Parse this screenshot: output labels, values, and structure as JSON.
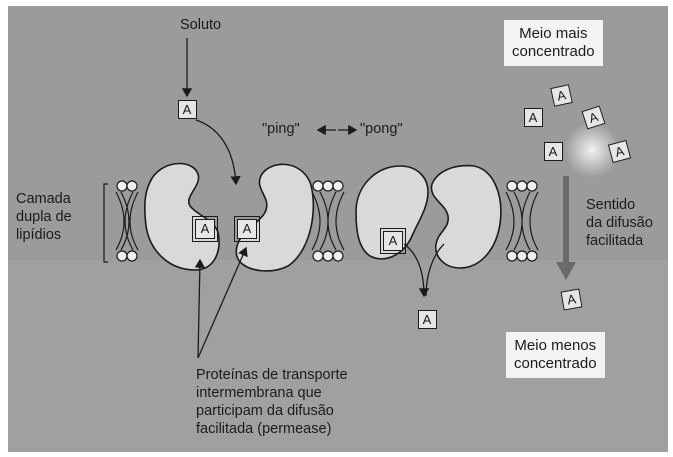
{
  "solute_label": "Soluto",
  "solute_symbol": "A",
  "ping": "\"ping\"",
  "pong": "\"pong\"",
  "bilayer_label": [
    "Camada",
    "dupla de",
    "lipídios"
  ],
  "high_box": [
    "Meio mais",
    "concentrado"
  ],
  "low_box": [
    "Meio menos",
    "concentrado"
  ],
  "direction_label": [
    "Sentido",
    "da difusão",
    "facilitada"
  ],
  "protein_caption": [
    "Proteínas de transporte",
    "intermembrana que",
    "participam da difusão",
    "facilitada (permease)"
  ],
  "colors": {
    "background": "#9a9a9a",
    "protein": "#d9d9d9",
    "ink": "#1b1b1b",
    "box": "#f3f3f3",
    "direction_arrow": "#6a6a6a"
  }
}
